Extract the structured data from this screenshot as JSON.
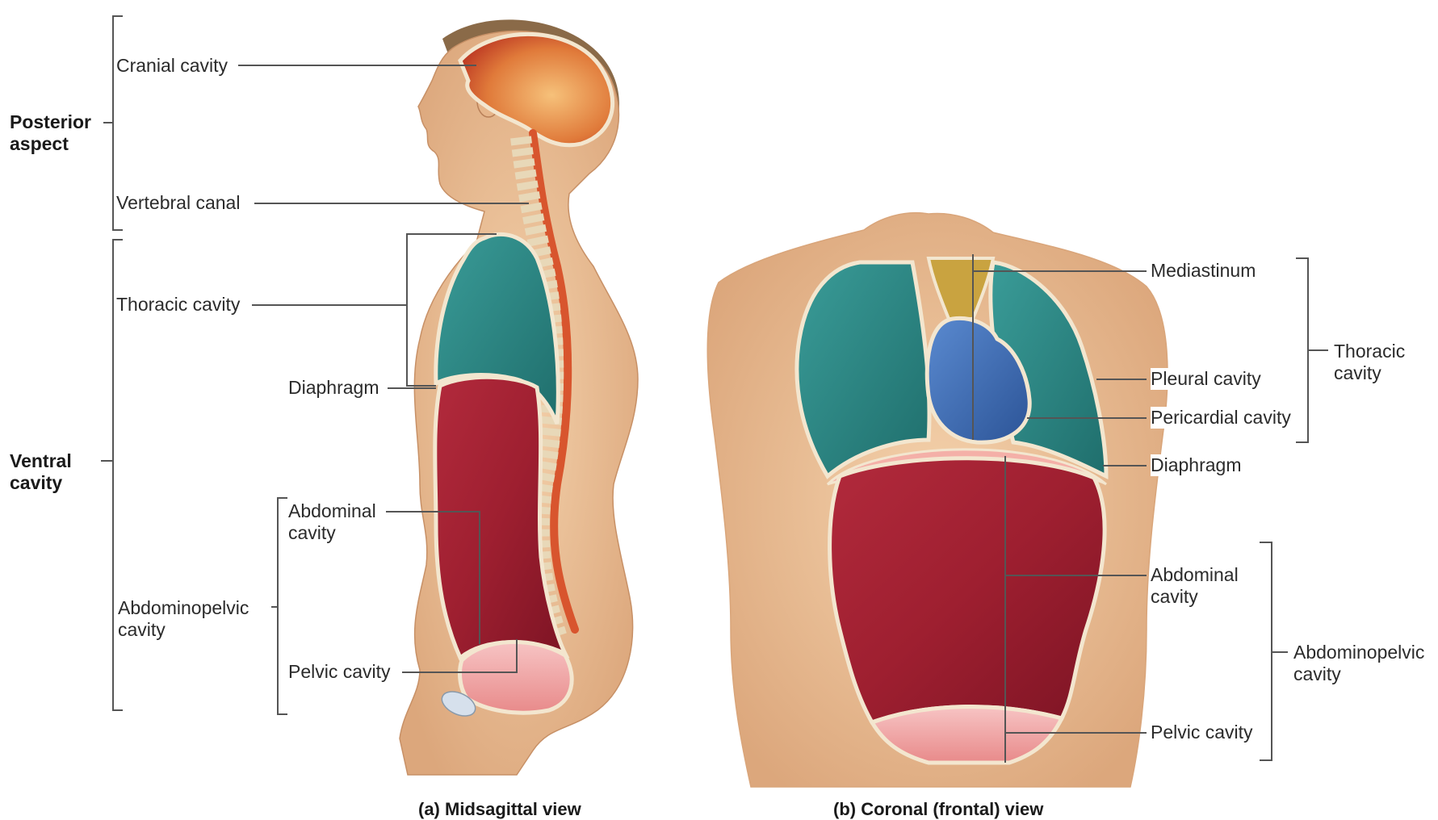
{
  "left_view": {
    "caption": "(a) Midsagittal view",
    "groups": {
      "posterior": [
        "Posterior",
        "aspect"
      ],
      "ventral": [
        "Ventral",
        "cavity"
      ],
      "abdominopelvic": [
        "Abdominopelvic",
        "cavity"
      ]
    },
    "labels": {
      "cranial": "Cranial cavity",
      "vertebral": "Vertebral canal",
      "thoracic": "Thoracic cavity",
      "diaphragm": "Diaphragm",
      "abdominal": [
        "Abdominal",
        "cavity"
      ],
      "pelvic": "Pelvic cavity"
    }
  },
  "right_view": {
    "caption": "(b) Coronal (frontal) view",
    "labels": {
      "mediastinum": "Mediastinum",
      "pleural": "Pleural cavity",
      "pericardial": "Pericardial cavity",
      "diaphragm": "Diaphragm",
      "abdominal": [
        "Abdominal",
        "cavity"
      ],
      "pelvic": "Pelvic cavity"
    },
    "groups": {
      "thoracic": [
        "Thoracic",
        "cavity"
      ],
      "abdominopelvic": [
        "Abdominopelvic",
        "cavity"
      ]
    }
  },
  "colors": {
    "skin": "#f0c9a0",
    "skin_shadow": "#d9a57a",
    "brain": "#e07a3a",
    "thoracic": "#2e8a88",
    "abdominal": "#9e1f30",
    "pelvic": "#f2a6a6",
    "heart": "#3f6fb8",
    "mediastinum": "#c9a340",
    "spine": "#e8d8b8"
  }
}
